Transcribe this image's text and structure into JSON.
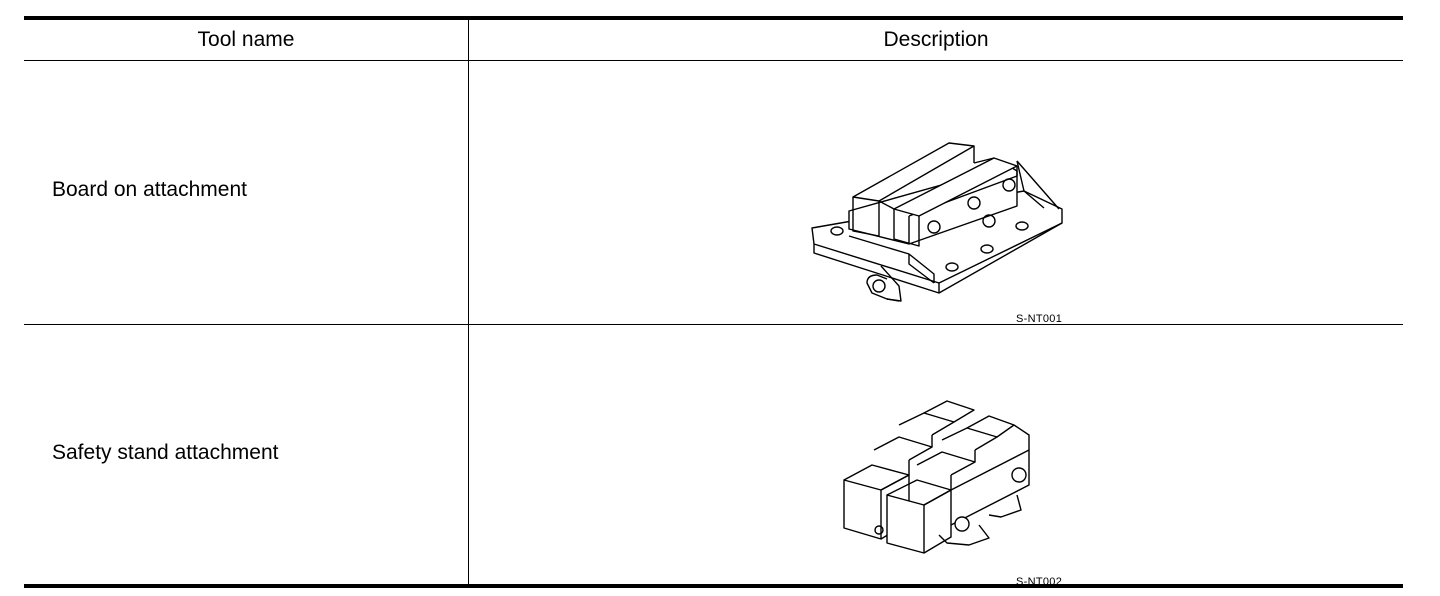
{
  "table": {
    "headers": {
      "tool_name": "Tool name",
      "description": "Description"
    },
    "rows": [
      {
        "tool_name": "Board on attachment",
        "figure_code": "S-NT001"
      },
      {
        "tool_name": "Safety stand attachment",
        "figure_code": "S-NT002"
      }
    ]
  }
}
